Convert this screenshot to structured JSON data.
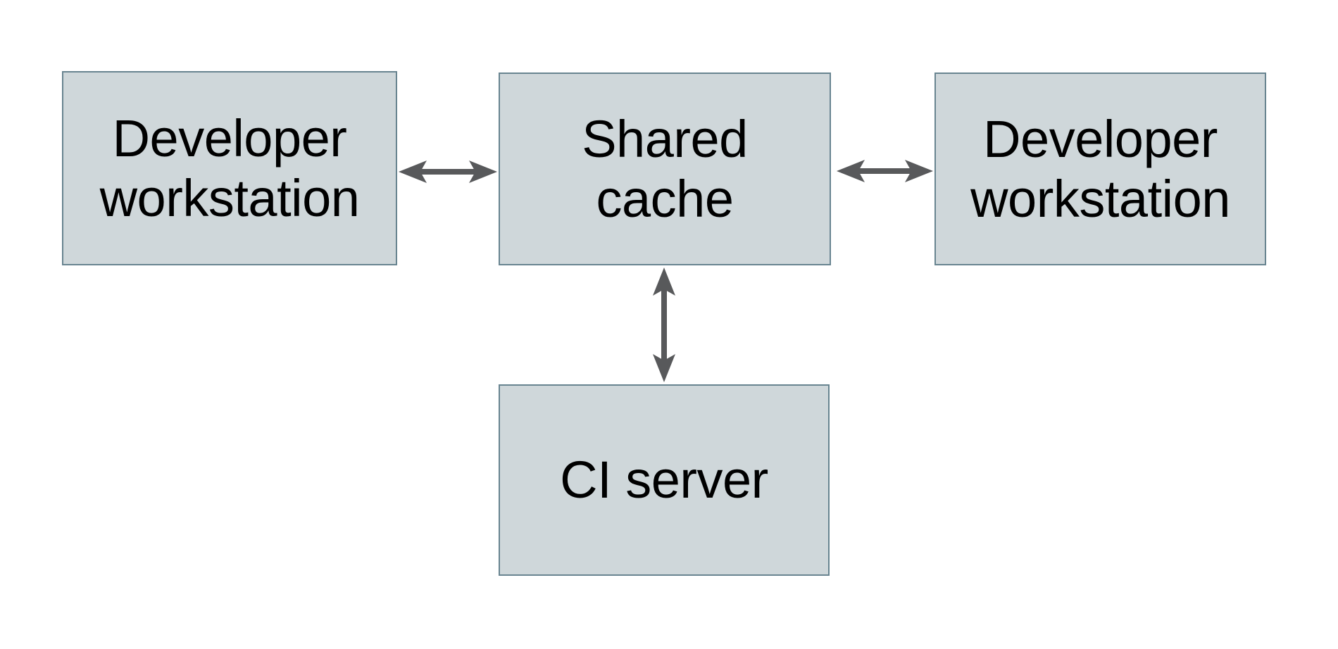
{
  "page": {
    "background": "#ffffff"
  },
  "colors": {
    "node_fill": "#cfd7da",
    "node_border": "#688490",
    "arrow": "#58595b",
    "label_text": "#000000"
  },
  "diagram": {
    "type": "architecture-block-diagram",
    "nodes": [
      {
        "id": "developer-workstation-left",
        "label": "Developer workstation"
      },
      {
        "id": "shared-cache",
        "label": "Shared cache"
      },
      {
        "id": "developer-workstation-right",
        "label": "Developer workstation"
      },
      {
        "id": "ci-server",
        "label": "CI server"
      }
    ],
    "edges": [
      {
        "from": "developer-workstation-left",
        "to": "shared-cache",
        "direction": "bidirectional"
      },
      {
        "from": "shared-cache",
        "to": "developer-workstation-right",
        "direction": "bidirectional"
      },
      {
        "from": "shared-cache",
        "to": "ci-server",
        "direction": "bidirectional"
      }
    ]
  }
}
